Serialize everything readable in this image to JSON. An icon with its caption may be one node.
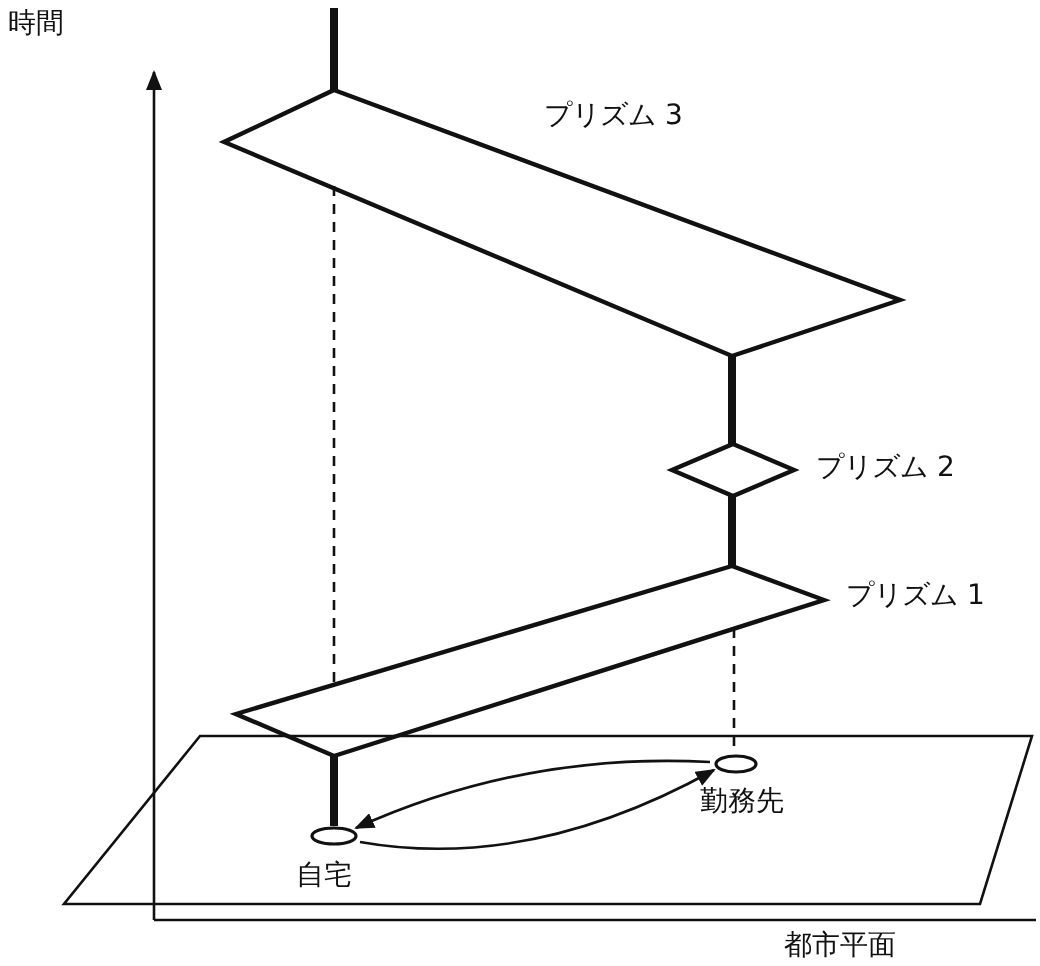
{
  "diagram": {
    "nodes": [
      {
        "text": [],
        "shape": "parallelogram",
        "beside": [
          "プリズム 3"
        ]
      },
      {
        "text": [],
        "shape": "diamond",
        "beside": [
          "プリズム 2"
        ]
      },
      {
        "text": [],
        "shape": "parallelogram",
        "beside": [
          "プリズム 1"
        ]
      },
      {
        "text": [],
        "shape": "parallelogram"
      },
      {
        "text": [],
        "shape": "ellipse",
        "beside": [
          "勤務先"
        ],
        "in": 3
      },
      {
        "text": [],
        "shape": "ellipse",
        "beside": [
          "自宅"
        ],
        "in": 3
      }
    ],
    "edges": [
      {
        "from": null,
        "to": 0,
        "arrow": "none",
        "style": "thick"
      },
      {
        "from": 0,
        "to": 1,
        "arrow": "none",
        "style": "thick"
      },
      {
        "from": 1,
        "to": 2,
        "arrow": "none",
        "style": "thick"
      },
      {
        "from": 2,
        "to": 5,
        "arrow": "none",
        "style": "thick"
      },
      {
        "from": 0,
        "to": 2,
        "arrow": "none",
        "style": "dashed"
      },
      {
        "from": 2,
        "to": 4,
        "arrow": "none",
        "style": "dashed"
      },
      {
        "from": 4,
        "to": 5,
        "arrow": "to"
      },
      {
        "from": 5,
        "to": 4,
        "arrow": "to"
      }
    ],
    "labels": [
      "時間",
      "都市平面"
    ]
  }
}
